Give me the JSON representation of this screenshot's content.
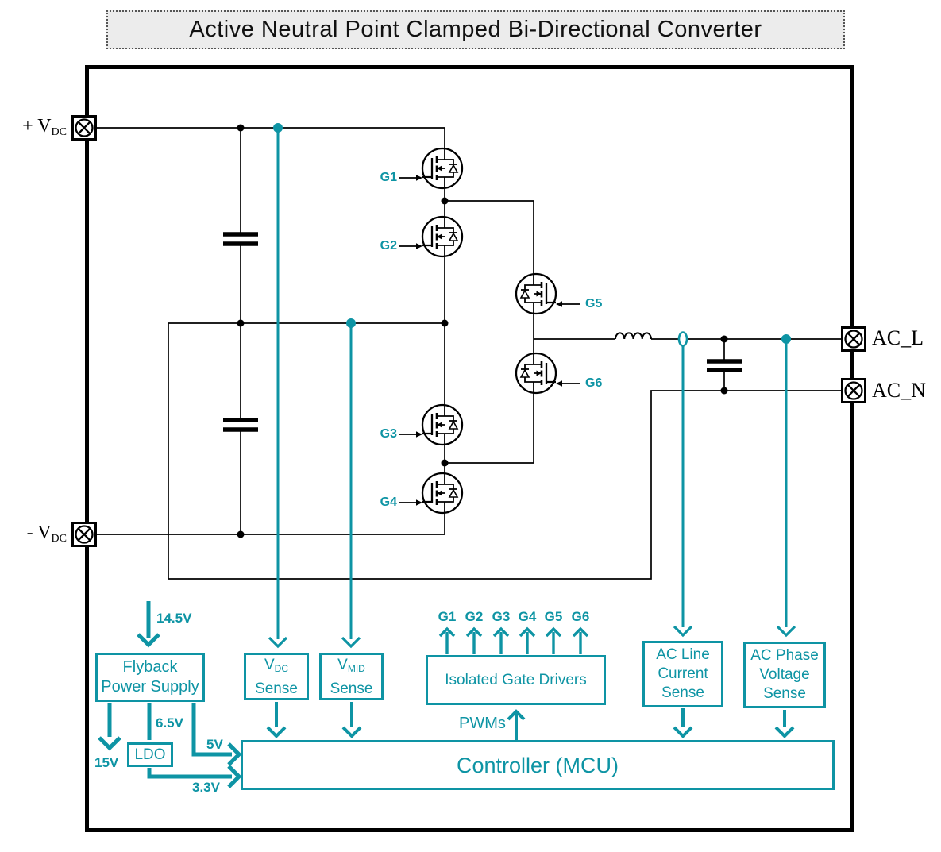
{
  "title": "Active Neutral Point Clamped Bi-Directional Converter",
  "colors": {
    "accent": "#0E94A4",
    "wire": "#000000",
    "title_bg": "#ececec"
  },
  "terminals": {
    "dc_plus": {
      "main": "+ V",
      "sub": "DC"
    },
    "dc_minus": {
      "main": "- V",
      "sub": "DC"
    },
    "ac_line": "AC_L",
    "ac_neutral": "AC_N"
  },
  "gate_labels": [
    "G1",
    "G2",
    "G3",
    "G4",
    "G5",
    "G6"
  ],
  "blocks": {
    "flyback": {
      "line1": "Flyback",
      "line2": "Power Supply"
    },
    "ldo": {
      "label": "LDO"
    },
    "vdc_sense": {
      "main": "V",
      "sub": "DC",
      "line2": "Sense"
    },
    "vmid_sense": {
      "main": "V",
      "sub": "MID",
      "line2": "Sense"
    },
    "gate_drivers": {
      "label": "Isolated Gate Drivers"
    },
    "ac_current_sense": {
      "line1": "AC Line",
      "line2": "Current",
      "line3": "Sense"
    },
    "ac_voltage_sense": {
      "line1": "AC Phase",
      "line2": "Voltage",
      "line3": "Sense"
    },
    "controller": {
      "label": "Controller (MCU)"
    }
  },
  "rails": {
    "supply_in": "14.5V",
    "out_15": "15V",
    "out_6_5": "6.5V",
    "out_5": "5V",
    "out_3_3": "3.3V"
  },
  "signals": {
    "pwms": "PWMs"
  }
}
